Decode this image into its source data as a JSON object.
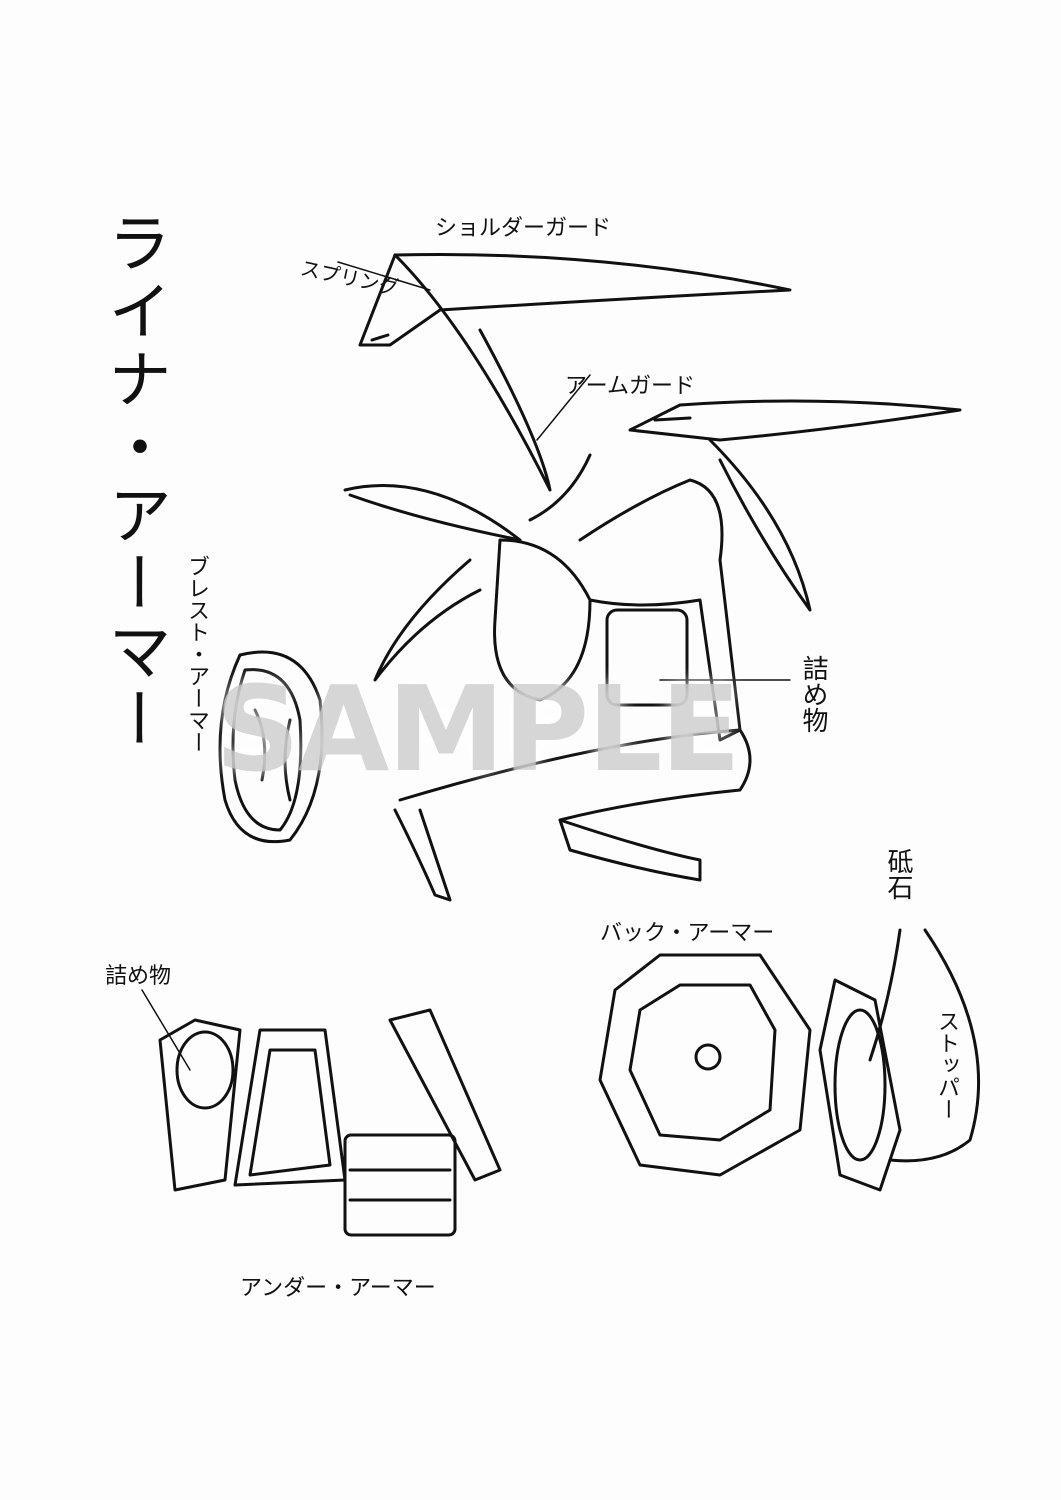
{
  "title": "ライナ・アーマー",
  "labels": {
    "shoulder_guard": "ショルダーガード",
    "spring": "スプリング",
    "arm_guard": "アームガード",
    "breast_armor": "ブレスト・アーマー",
    "padding_upper": "詰め物",
    "whetstone": "砥石",
    "back_armor": "バック・アーマー",
    "stopper": "ストッパー",
    "padding_lower": "詰め物",
    "under_armor": "アンダー・アーマー"
  },
  "watermark": "SAMPLE"
}
